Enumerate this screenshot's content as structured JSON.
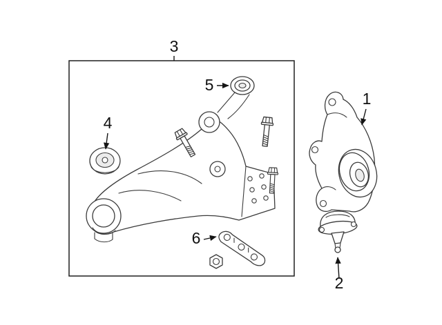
{
  "colors": {
    "background": "#ffffff",
    "line": "#3a3a3a",
    "label": "#101010"
  },
  "callouts": {
    "knuckle": "1",
    "ball_joint": "2",
    "assembly_box": "3",
    "rear_bushing": "4",
    "front_bushing": "5",
    "bracket": "6"
  }
}
